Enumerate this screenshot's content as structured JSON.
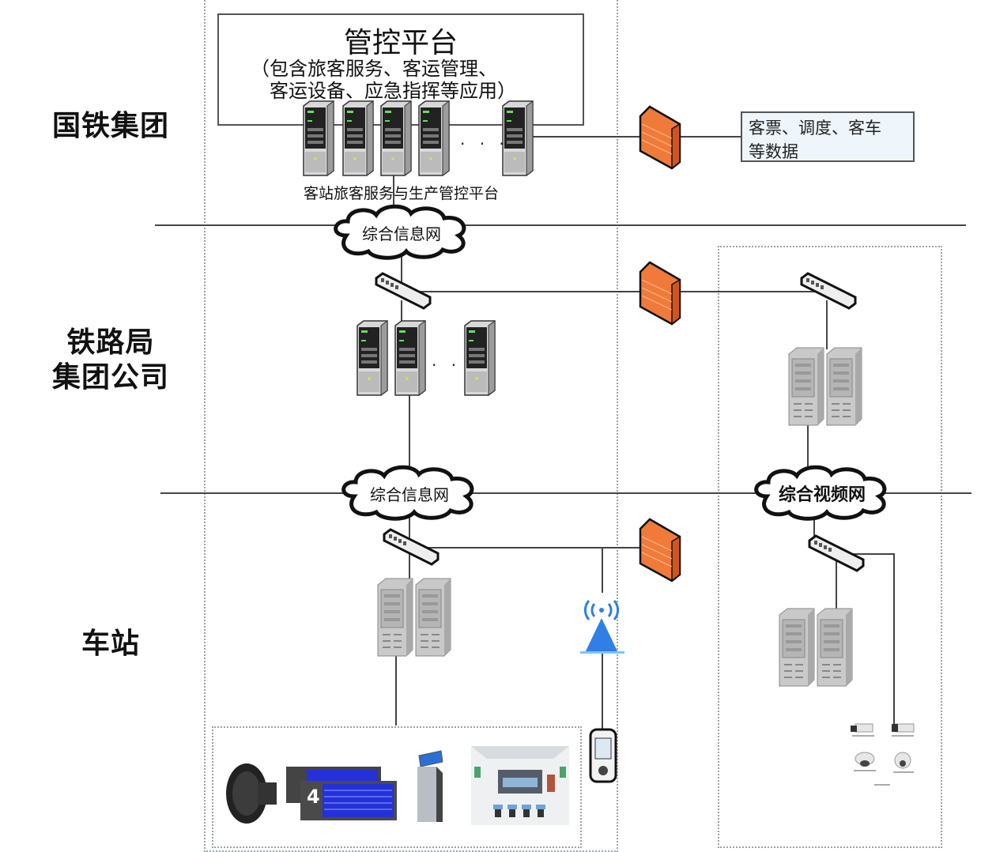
{
  "tiers": [
    {
      "id": "national",
      "label_lines": [
        "国铁集团"
      ]
    },
    {
      "id": "bureau",
      "label_lines": [
        "铁路局",
        "集团公司"
      ]
    },
    {
      "id": "station",
      "label_lines": [
        "车站"
      ]
    }
  ],
  "platform": {
    "title": "管控平台",
    "description_lines": [
      "（包含旅客服务、客运管理、",
      "客运设备、应急指挥等应用）"
    ],
    "server_caption": "客站旅客服务与生产管控平台",
    "ellipsis": "· · ·"
  },
  "external_data_box": {
    "lines": [
      "客票、调度、客车",
      "等数据"
    ]
  },
  "networks": {
    "info_net_top": "综合信息网",
    "info_net_mid": "综合信息网",
    "video_net": "综合视频网"
  },
  "bureau_servers": {
    "ellipsis": "· · ·"
  },
  "colors": {
    "line": "#444444",
    "dotted_border": "#9aa2a6",
    "firewall": "#f07a3a",
    "wireless": "#2f7fe6",
    "data_box_bg": "#eef5fb",
    "display_blue": "#2431d8"
  }
}
